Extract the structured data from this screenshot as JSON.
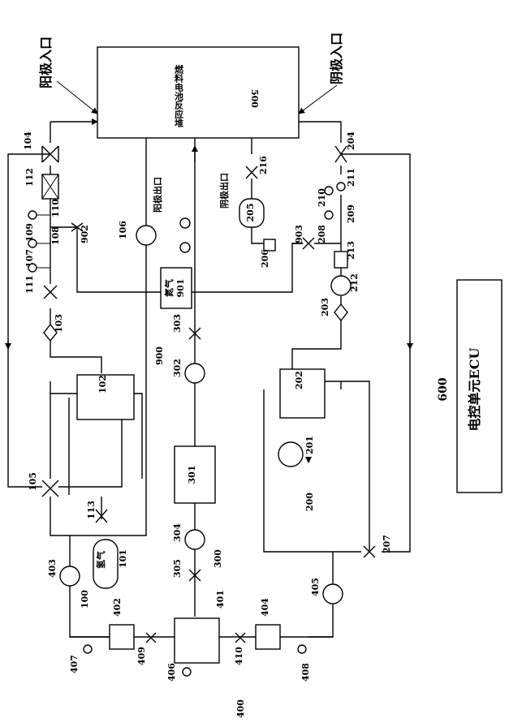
{
  "stack": {
    "text": "燃料电池反应堆",
    "code": "500"
  },
  "labels": {
    "anode_inlet": "阳极入口",
    "cathode_inlet": "阴极入口",
    "anode_outlet": "阳极出口",
    "cathode_outlet": "阴极出口",
    "hydrogen": "氢气",
    "nitrogen": "氮气",
    "ecu_code": "600",
    "ecu_text": "电控单元ECU"
  },
  "nums": {
    "n100": "100",
    "n101": "101",
    "n102": "102",
    "n103": "103",
    "n104": "104",
    "n105": "105",
    "n106": "106",
    "n107": "107",
    "n108": "108",
    "n109": "109",
    "n110": "110",
    "n111": "111",
    "n112": "112",
    "n113": "113",
    "n200": "200",
    "n201": "201",
    "n202": "202",
    "n203": "203",
    "n204": "204",
    "n205": "205",
    "n206": "206",
    "n207": "207",
    "n208": "208",
    "n209": "209",
    "n210": "210",
    "n211": "211",
    "n212": "212",
    "n213": "213",
    "n216": "216",
    "n300": "300",
    "n301": "301",
    "n302": "302",
    "n303": "303",
    "n304": "304",
    "n305": "305",
    "n400": "400",
    "n401": "401",
    "n402": "402",
    "n403": "403",
    "n404": "404",
    "n405": "405",
    "n406": "406",
    "n407": "407",
    "n408": "408",
    "n409": "409",
    "n410": "410",
    "n900": "900",
    "n901": "901",
    "n902": "902",
    "n903": "903"
  }
}
